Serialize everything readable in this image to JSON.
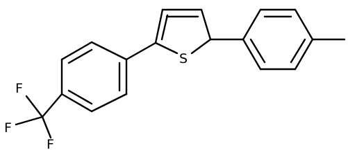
{
  "molecule": {
    "atoms": {
      "sulfur": "S",
      "fluorine_1": "F",
      "fluorine_2": "F",
      "fluorine_3": "F"
    },
    "colors": {
      "bond": "#000000",
      "background": "#ffffff"
    }
  }
}
